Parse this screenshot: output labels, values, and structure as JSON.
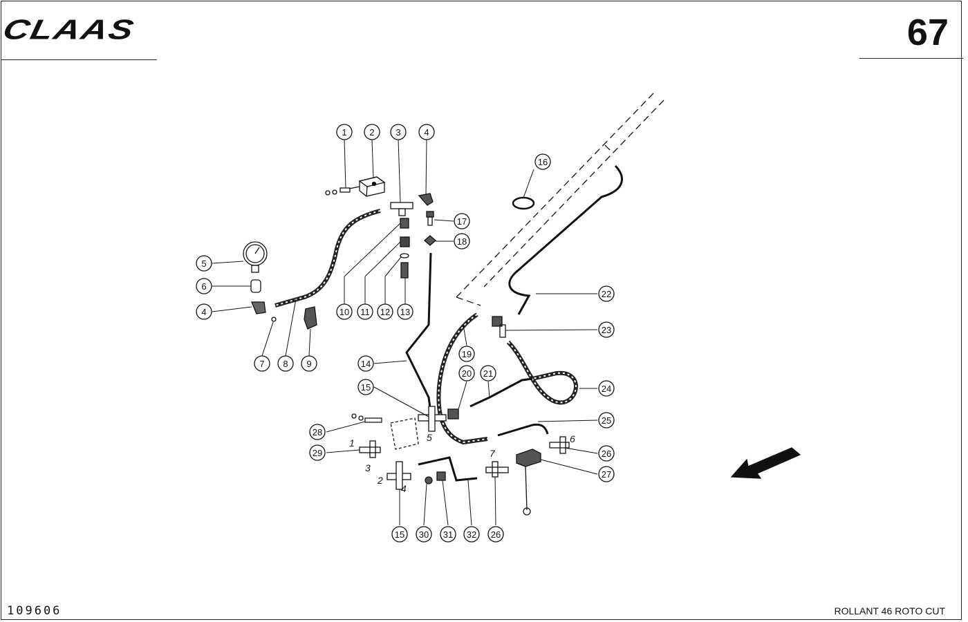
{
  "header": {
    "brand": "CLAAS",
    "page_number": "67"
  },
  "footer": {
    "document_code": "109606",
    "model": "ROLLANT 46 ROTO CUT"
  },
  "callouts": {
    "c1": "1",
    "c2": "2",
    "c3": "3",
    "c4a": "4",
    "c4b": "4",
    "c5": "5",
    "c6": "6",
    "c7": "7",
    "c8": "8",
    "c9": "9",
    "c10": "10",
    "c11": "11",
    "c12": "12",
    "c13": "13",
    "c14": "14",
    "c15a": "15",
    "c15b": "15",
    "c16": "16",
    "c17": "17",
    "c18": "18",
    "c19": "19",
    "c20": "20",
    "c21": "21",
    "c22": "22",
    "c23": "23",
    "c24": "24",
    "c25": "25",
    "c26a": "26",
    "c26b": "26",
    "c27": "27",
    "c28": "28",
    "c29": "29",
    "c30": "30",
    "c31": "31",
    "c32": "32"
  },
  "port_labels": {
    "p1": "1",
    "p2": "2",
    "p3": "3",
    "p4": "4",
    "p5": "5",
    "p6": "6",
    "p7": "7"
  }
}
